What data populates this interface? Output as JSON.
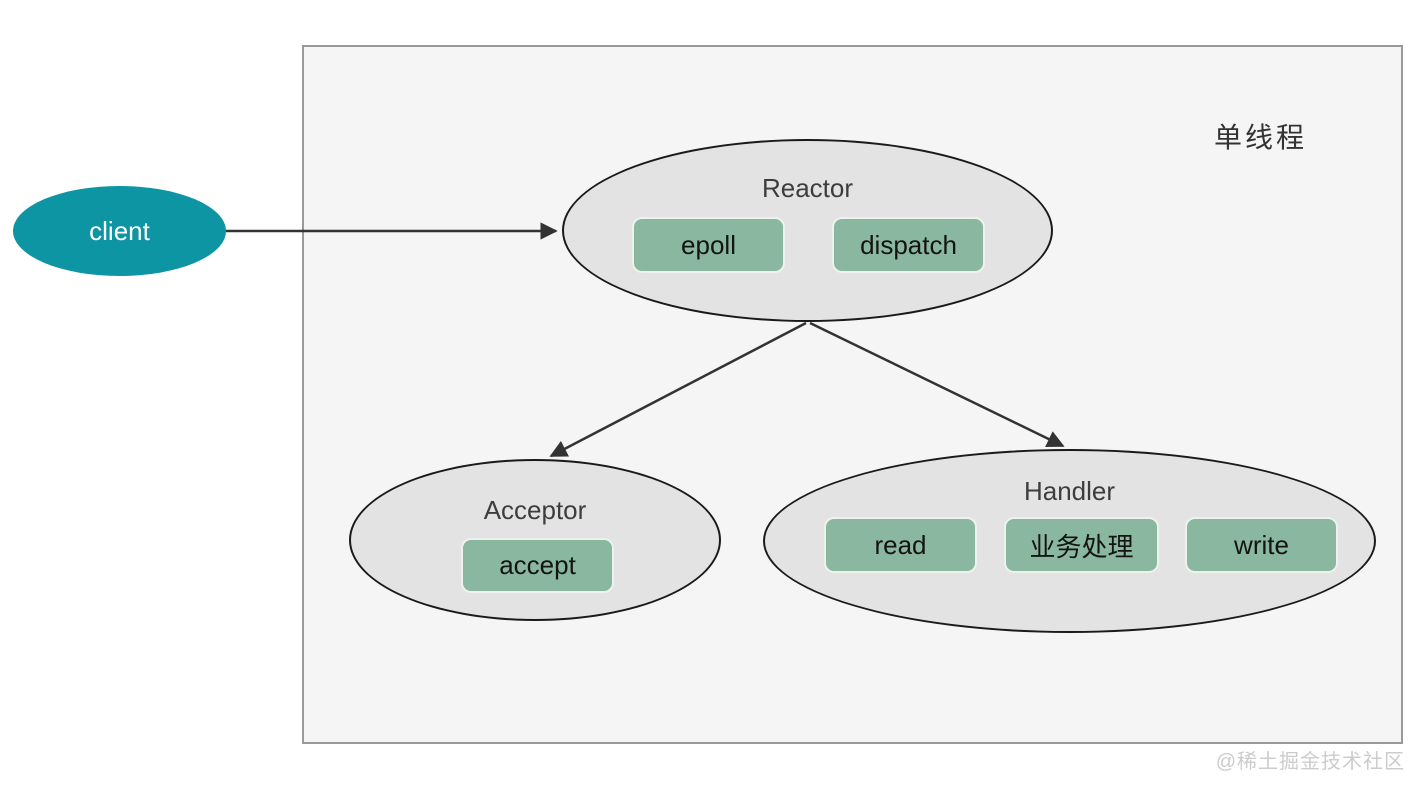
{
  "diagram": {
    "thread_label": "单线程",
    "watermark": "@稀土掘金技术社区",
    "client": {
      "label": "client"
    },
    "reactor": {
      "label": "Reactor",
      "items": {
        "epoll": "epoll",
        "dispatch": "dispatch"
      }
    },
    "acceptor": {
      "label": "Acceptor",
      "items": {
        "accept": "accept"
      }
    },
    "handler": {
      "label": "Handler",
      "items": {
        "read": "read",
        "business": "业务处理",
        "write": "write"
      }
    },
    "edges": [
      {
        "from": "client",
        "to": "reactor"
      },
      {
        "from": "reactor",
        "to": "acceptor"
      },
      {
        "from": "reactor",
        "to": "handler"
      }
    ],
    "colors": {
      "client_fill": "#0e95a4",
      "ellipse_fill": "#e3e3e3",
      "ellipse_border": "#1a1a1a",
      "box_fill": "#8ab79f",
      "outer_fill": "#f5f5f5",
      "outer_border": "#999999",
      "arrow": "#333333"
    }
  }
}
